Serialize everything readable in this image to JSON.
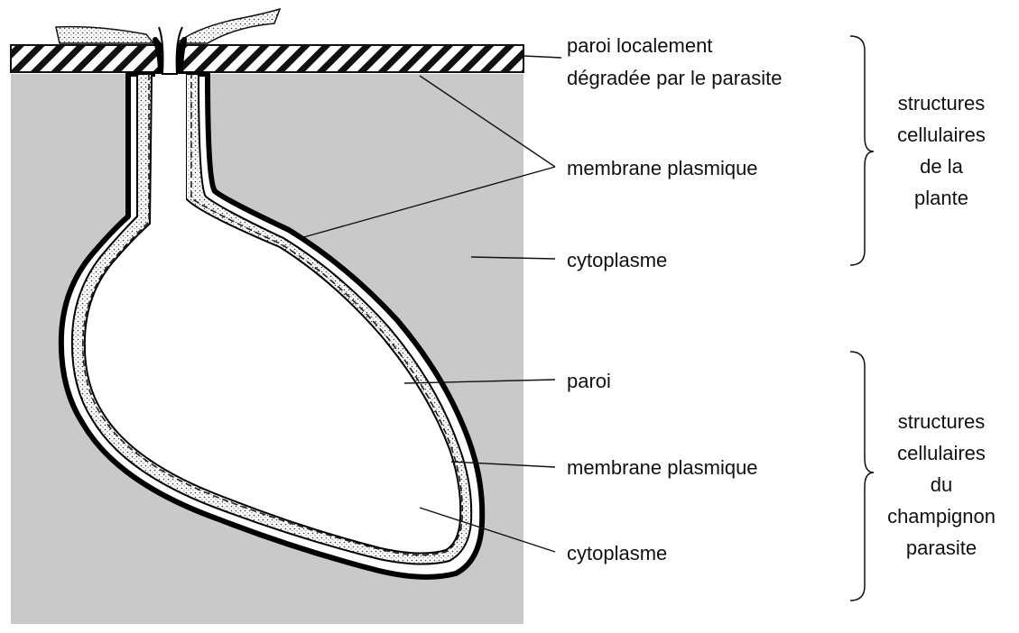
{
  "colors": {
    "plant_cytoplasm": "#c9c9c9",
    "fungus_interior": "#ffffff",
    "ink": "#111111"
  },
  "labels": {
    "plant_wall_line1": "paroi localement",
    "plant_wall_line2": "dégradée par le parasite",
    "plant_membrane": "membrane plasmique",
    "plant_cytoplasm": "cytoplasme",
    "fungus_wall": "paroi",
    "fungus_membrane": "membrane plasmique",
    "fungus_cytoplasm": "cytoplasme"
  },
  "groups": {
    "plant": [
      "structures",
      "cellulaires",
      "de la",
      "plante"
    ],
    "fungus": [
      "structures",
      "cellulaires",
      "du",
      "champignon",
      "parasite"
    ]
  }
}
